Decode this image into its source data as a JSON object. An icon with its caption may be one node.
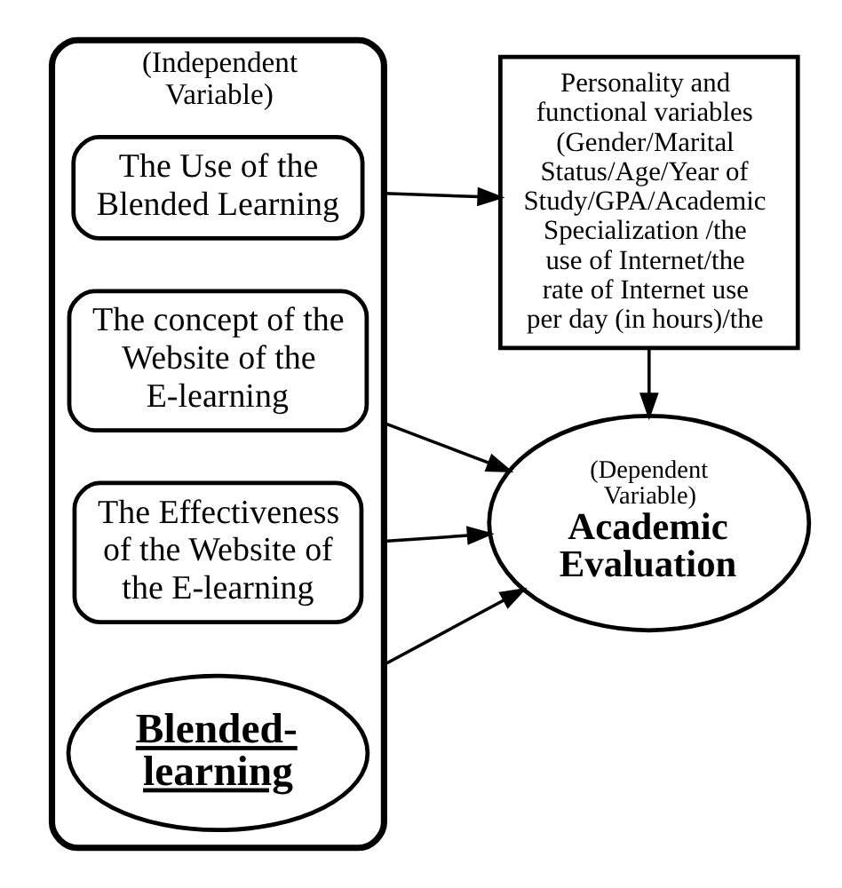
{
  "diagram": {
    "nodes": [
      {
        "text": [
          "(Independent Variable)"
        ]
      },
      {
        "text": [
          "Blended-learning"
        ],
        "in": 0
      },
      {
        "text": [
          "The Effectiveness of the Website of the E-learning"
        ],
        "in": 0
      },
      {
        "text": [
          "The concept of the Website of the E-learning"
        ],
        "in": 0
      },
      {
        "text": [
          "The Use of the Blended Learning"
        ],
        "in": 0
      },
      {
        "text": [
          "(Dependent Variable)",
          "Academic Evaluation"
        ]
      },
      {
        "text": [
          "Personality and functional variables (Gender/Marital Status/Age/Year of Study/GPA/Academic Specialization /the use of Internet/the rate of Internet use per day (in hours)/the"
        ]
      }
    ],
    "edges": [
      {
        "from": 0,
        "to": 5,
        "arrow": "to"
      },
      {
        "from": 0,
        "to": 5,
        "arrow": "to"
      },
      {
        "from": 0,
        "to": 5,
        "arrow": "to"
      },
      {
        "from": 0,
        "to": 6,
        "arrow": "to"
      },
      {
        "from": 6,
        "to": 5,
        "arrow": "to"
      }
    ]
  }
}
